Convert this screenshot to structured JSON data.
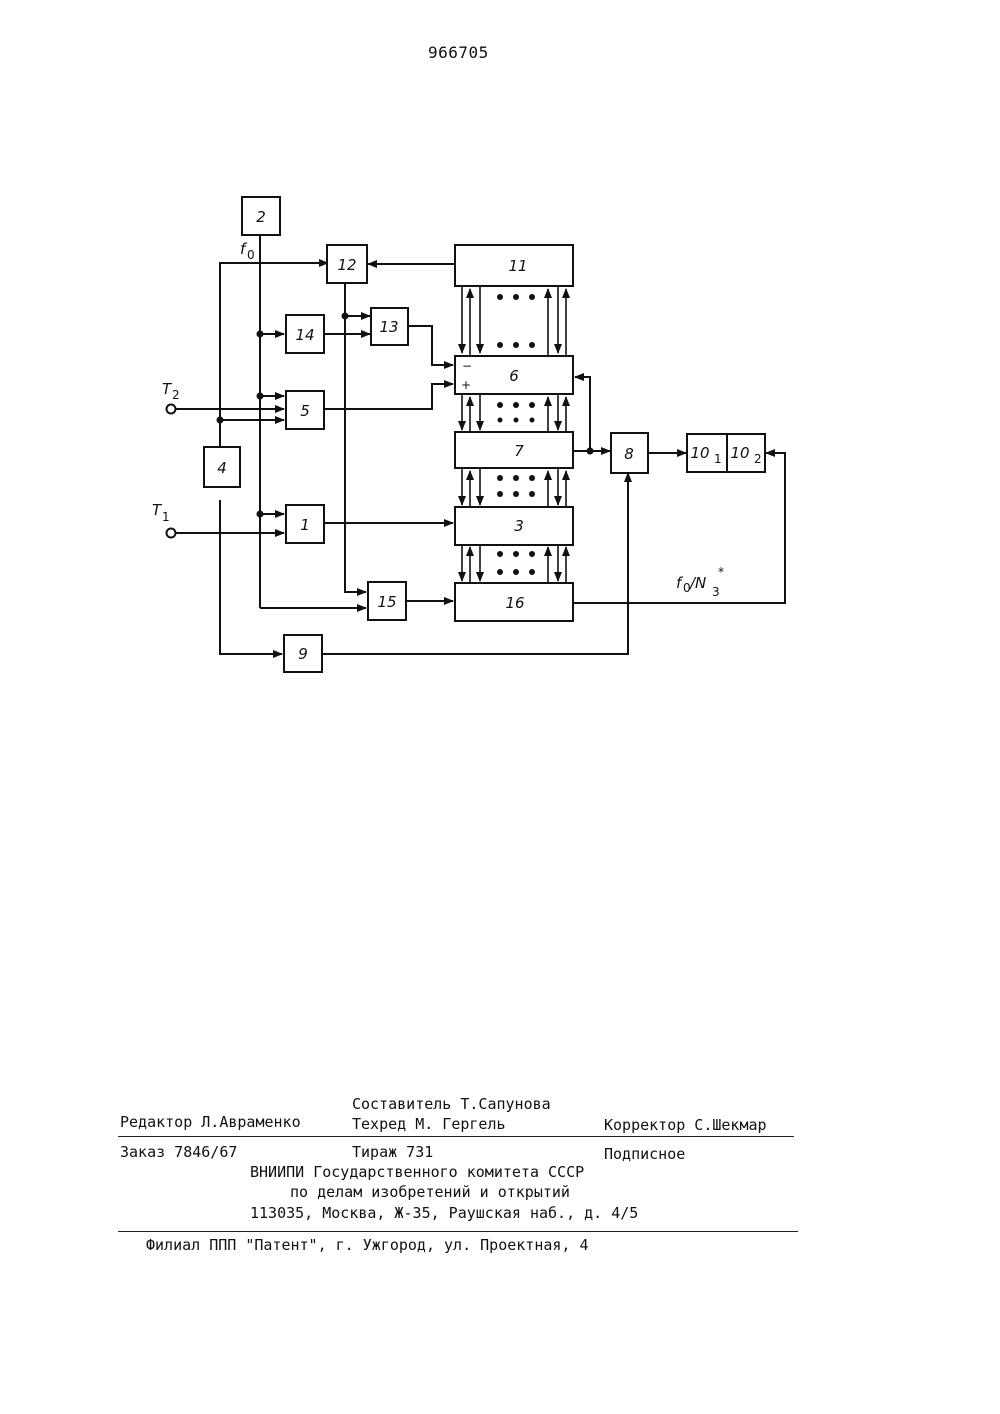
{
  "patent_number": "966705",
  "diagram": {
    "blocks": {
      "b1": "1",
      "b2": "2",
      "b3": "3",
      "b4": "4",
      "b5": "5",
      "b6": "6",
      "b7": "7",
      "b8": "8",
      "b9": "9",
      "b10_1": "10",
      "b10_1_sub": "1",
      "b10_2": "10",
      "b10_2_sub": "2",
      "b11": "11",
      "b12": "12",
      "b13": "13",
      "b14": "14",
      "b15": "15",
      "b16": "16"
    },
    "inputs": {
      "t2": "T",
      "t2_sub": "2",
      "t1": "T",
      "t1_sub": "1"
    },
    "signals": {
      "f0": "f",
      "f0_sub": "0",
      "feedback_main": "f",
      "feedback_main_sub": "0",
      "feedback_slash": "/N",
      "feedback_sup": "*",
      "feedback_sub": "3",
      "minus": "−",
      "plus": "+"
    }
  },
  "imprint": {
    "composer": "Составитель Т.Сапунова",
    "editor": "Редактор Л.Авраменко",
    "techred": "Техред М. Гергель",
    "corrector": "Корректор С.Шекмар",
    "order": "Заказ 7846/67",
    "circulation": "Тираж 731",
    "subscription": "Подписное",
    "org_line1": "ВНИИПИ Государственного комитета СССР",
    "org_line2": "по делам изобретений и открытий",
    "org_address": "113035, Москва, Ж-35, Раушская наб., д. 4/5",
    "branch": "Филиал ППП \"Патент\", г. Ужгород, ул. Проектная, 4"
  }
}
